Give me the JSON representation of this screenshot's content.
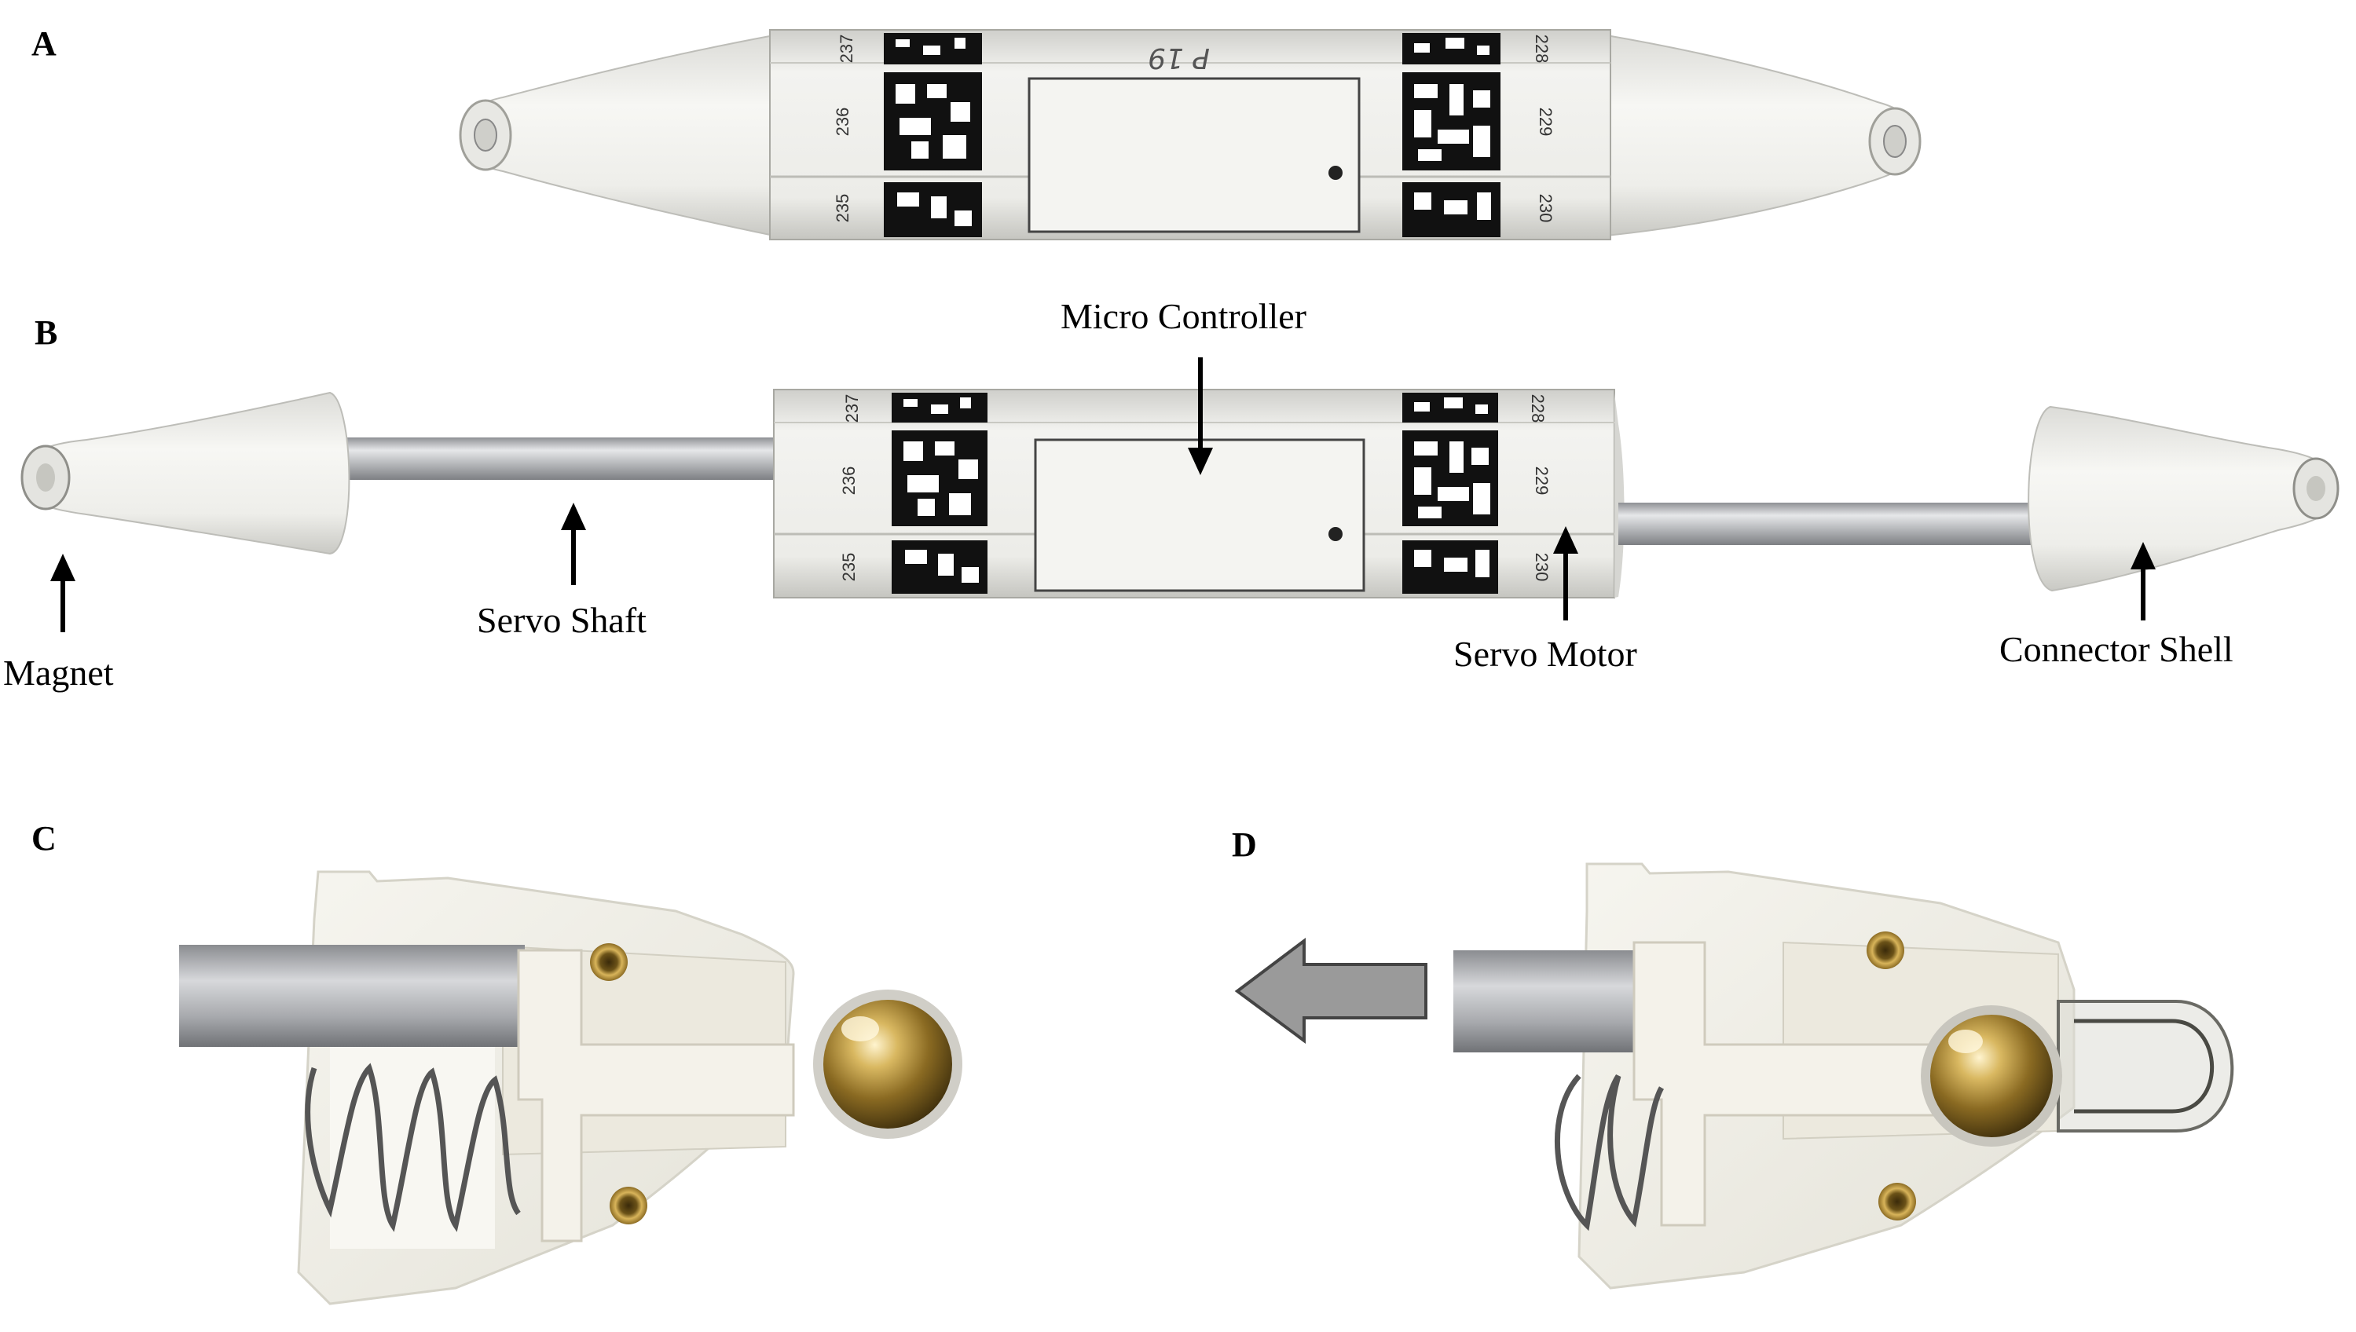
{
  "panels": {
    "a": "A",
    "b": "B",
    "c": "C",
    "d": "D"
  },
  "labels": {
    "micro_controller": "Micro Controller",
    "servo_shaft": "Servo Shaft",
    "magnet": "Magnet",
    "servo_motor": "Servo Motor",
    "connector_shell": "Connector Shell"
  },
  "module_text": {
    "left_face_number": "236",
    "left_lower_number": "235",
    "left_top_number": "237",
    "right_face_number": "229",
    "right_lower_number": "230",
    "right_top_number": "228",
    "handwritten_id": "P 19"
  },
  "colors": {
    "background": "#ffffff",
    "plastic": "#f1f1ee",
    "shaft": "#b8babd",
    "brass": "#c9a24a",
    "marker": "#111111",
    "arrow_fill": "#9a9a9a"
  },
  "icons": {
    "direction_arrow": "left-arrow"
  }
}
